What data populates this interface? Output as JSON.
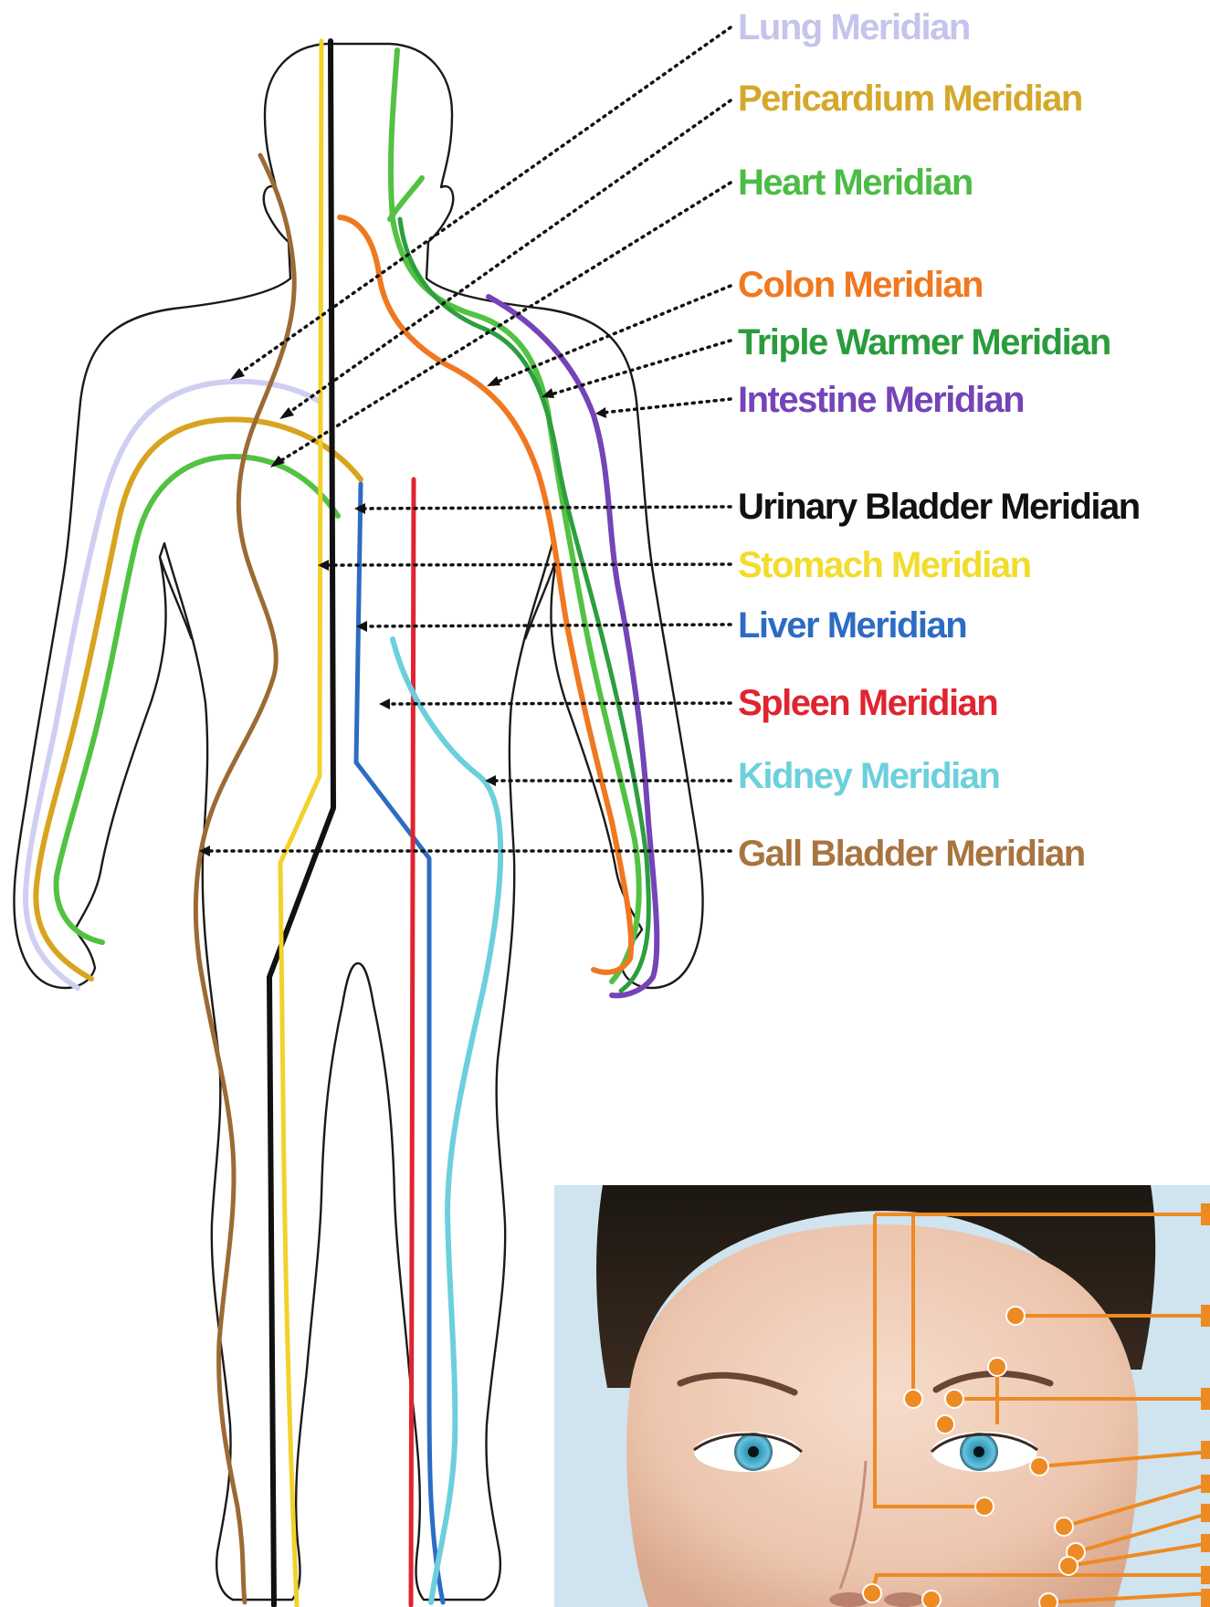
{
  "diagram": {
    "labels": [
      {
        "id": "lung",
        "text": "Lung Meridian",
        "color": "#c4c4ec"
      },
      {
        "id": "pericardium",
        "text": "Pericardium Meridian",
        "color": "#d4a82c"
      },
      {
        "id": "heart",
        "text": "Heart Meridian",
        "color": "#4cbc46"
      },
      {
        "id": "colon",
        "text": "Colon Meridian",
        "color": "#f07820"
      },
      {
        "id": "triple-warmer",
        "text": "Triple Warmer Meridian",
        "color": "#2a9c3c"
      },
      {
        "id": "intestine",
        "text": "Intestine Meridian",
        "color": "#7444b8"
      },
      {
        "id": "urinary-bladder",
        "text": "Urinary Bladder Meridian",
        "color": "#111111"
      },
      {
        "id": "stomach",
        "text": "Stomach Meridian",
        "color": "#f2dc2c"
      },
      {
        "id": "liver",
        "text": "Liver Meridian",
        "color": "#2c6cc4"
      },
      {
        "id": "spleen",
        "text": "Spleen Meridian",
        "color": "#e02430"
      },
      {
        "id": "kidney",
        "text": "Kidney Meridian",
        "color": "#6cd0dc"
      },
      {
        "id": "gall-bladder",
        "text": "Gall Bladder Meridian",
        "color": "#a87440"
      }
    ],
    "meridian_colors": {
      "lung": "#cfcff2",
      "pericardium": "#d8a420",
      "heart": "#52c242",
      "colon": "#f07820",
      "triple_warmer": "#2e9e3e",
      "intestine": "#7444b8",
      "urinary_bladder": "#111111",
      "stomach": "#f2d12a",
      "liver": "#2c6cc4",
      "spleen": "#e02430",
      "kidney": "#6ccfdc",
      "gall_bladder": "#9c6a34"
    },
    "face_accent_color": "#ee8a22",
    "face_background_color": "#cfe4ef"
  }
}
